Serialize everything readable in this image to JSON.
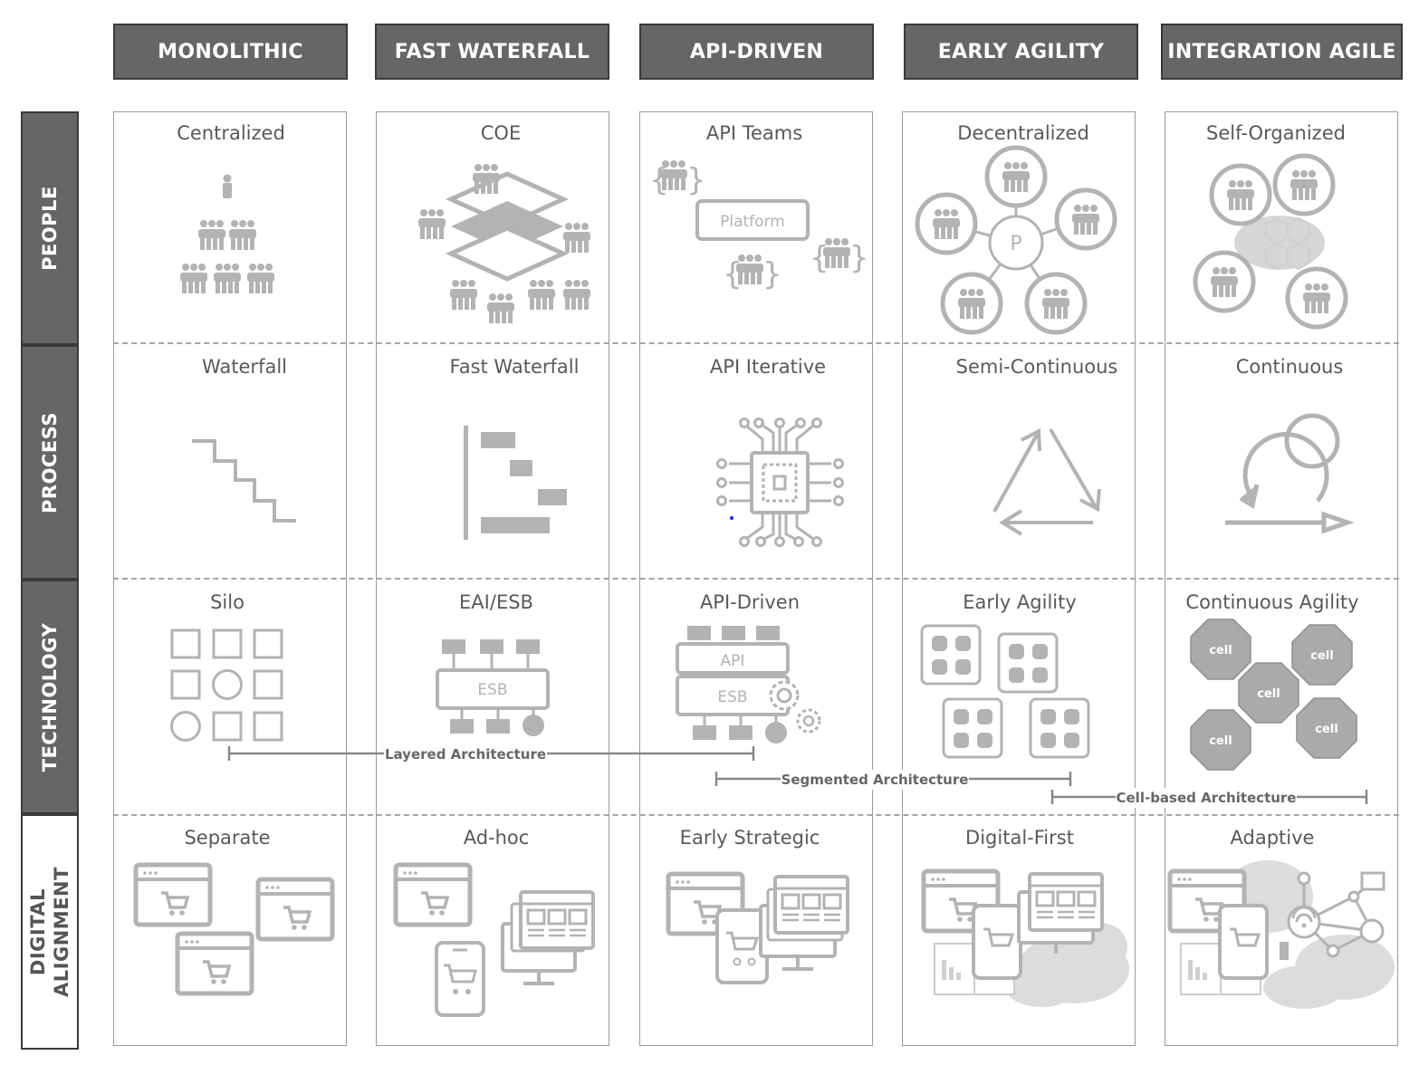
{
  "columns": [
    "MONOLITHIC",
    "FAST WATERFALL",
    "API-DRIVEN",
    "EARLY AGILITY",
    "INTEGRATION AGILE"
  ],
  "rows": [
    "PEOPLE",
    "PROCESS",
    "TECHNOLOGY",
    "DIGITAL ALIGNMENT"
  ],
  "cells": {
    "people": [
      "Centralized",
      "COE",
      "API Teams",
      "Decentralized",
      "Self-Organized"
    ],
    "process": [
      "Waterfall",
      "Fast Waterfall",
      "API Iterative",
      "Semi-Continuous",
      "Continuous"
    ],
    "technology": [
      "Silo",
      "EAI/ESB",
      "API-Driven",
      "Early Agility",
      "Continuous Agility"
    ],
    "digital_alignment": [
      "Separate",
      "Ad-hoc",
      "Early Strategic",
      "Digital-First",
      "Adaptive"
    ]
  },
  "icon_labels": {
    "platform": "Platform",
    "p_hub": "P",
    "esb": "ESB",
    "api": "API",
    "cell": "cell"
  },
  "architectures": {
    "layered": "Layered Architecture",
    "segmented": "Segmented Architecture",
    "cell_based": "Cell-based Architecture"
  },
  "colors": {
    "header_bg": "#666666",
    "icon_gray": "#b3b3b3",
    "text_gray": "#595959"
  }
}
